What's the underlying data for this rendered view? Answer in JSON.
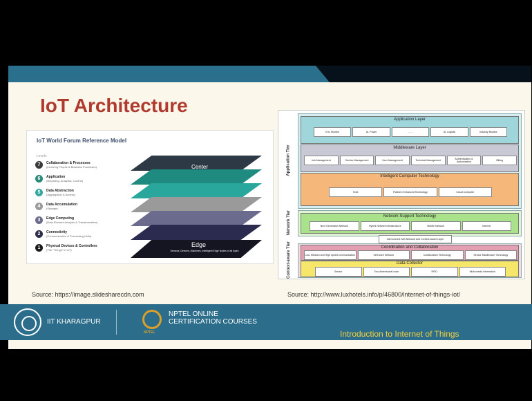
{
  "slide": {
    "title": "IoT Architecture",
    "left_source": "Source: https://image.slidesharecdn.com",
    "right_source": "Source: http://www.luxhotels.info/p/46800/internet-of-things-iot/"
  },
  "iot_world_forum": {
    "heading": "IoT World Forum Reference Model",
    "levels_label": "Levels",
    "levels": [
      {
        "num": "7",
        "title": "Collaboration & Processes",
        "sub": "(Involving People & Business Processes)",
        "color": "#3a3a3a"
      },
      {
        "num": "6",
        "title": "Application",
        "sub": "(Reporting, Analytics, Control)",
        "color": "#2a8a7a"
      },
      {
        "num": "5",
        "title": "Data Abstraction",
        "sub": "(Aggregation & Access)",
        "color": "#34a8a0"
      },
      {
        "num": "4",
        "title": "Data Accumulation",
        "sub": "(Storage)",
        "color": "#9a9a9a"
      },
      {
        "num": "3",
        "title": "Edge Computing",
        "sub": "(Data Element Analysis & Transformation)",
        "color": "#6a6a8a"
      },
      {
        "num": "2",
        "title": "Connectivity",
        "sub": "(Communication & Processing Units)",
        "color": "#2c2c4a"
      },
      {
        "num": "1",
        "title": "Physical Devices & Controllers",
        "sub": "(The \"Things\" in IoT)",
        "color": "#1a1a1a"
      }
    ],
    "center_label": "Center",
    "edge_label": "Edge",
    "edge_sub": "Sensors, Devices, Machines, Intelligent Edge Nodes of all types"
  },
  "architecture": {
    "application_tier": {
      "label": "Application Tier",
      "application_layer": {
        "title": "Application Layer",
        "items": [
          "Env. Monitor",
          "IA. Power",
          "... ...",
          "IA. Logistic",
          "Industry Monitor"
        ]
      },
      "middleware_layer": {
        "title": "Middleware Layer",
        "items": [
          "Info Management",
          "Service Management",
          "User Management",
          "Technical Management",
          "Authentication & Authorization",
          "Billing"
        ]
      },
      "intelligent_layer": {
        "title": "Intelligent Computer Technology",
        "items": [
          "SOA",
          "Platform Enhanced Technology",
          "Cloud Computer"
        ]
      }
    },
    "network_tier": {
      "label": "Network Tier",
      "layer": {
        "title": "Network Support Technology",
        "items": [
          "Next Generation Network",
          "Hybrid Network Infrastructure",
          "Mobile Network",
          "Internet"
        ]
      },
      "interconnect": "Interconnect with Network and Context-aware Layer"
    },
    "context_tier": {
      "label": "Context-aware Tier",
      "coordination": {
        "title": "Coordination and Collaboration",
        "items": [
          "Low, Medium and High speed communication",
          "Self-learn Network",
          "Collaboration Technology",
          "Sensor Middleware Technology"
        ]
      },
      "collector": {
        "title": "Data Collector",
        "items": [
          "Sensor",
          "Two-dimensional code",
          "RFID",
          "Multi-media information"
        ]
      }
    }
  },
  "footer": {
    "org": "IIT KHARAGPUR",
    "nptel_line1": "NPTEL ONLINE",
    "nptel_line2": "CERTIFICATION COURSES",
    "nptel_logo_text": "NPTEL",
    "course": "Introduction to Internet of Things"
  }
}
